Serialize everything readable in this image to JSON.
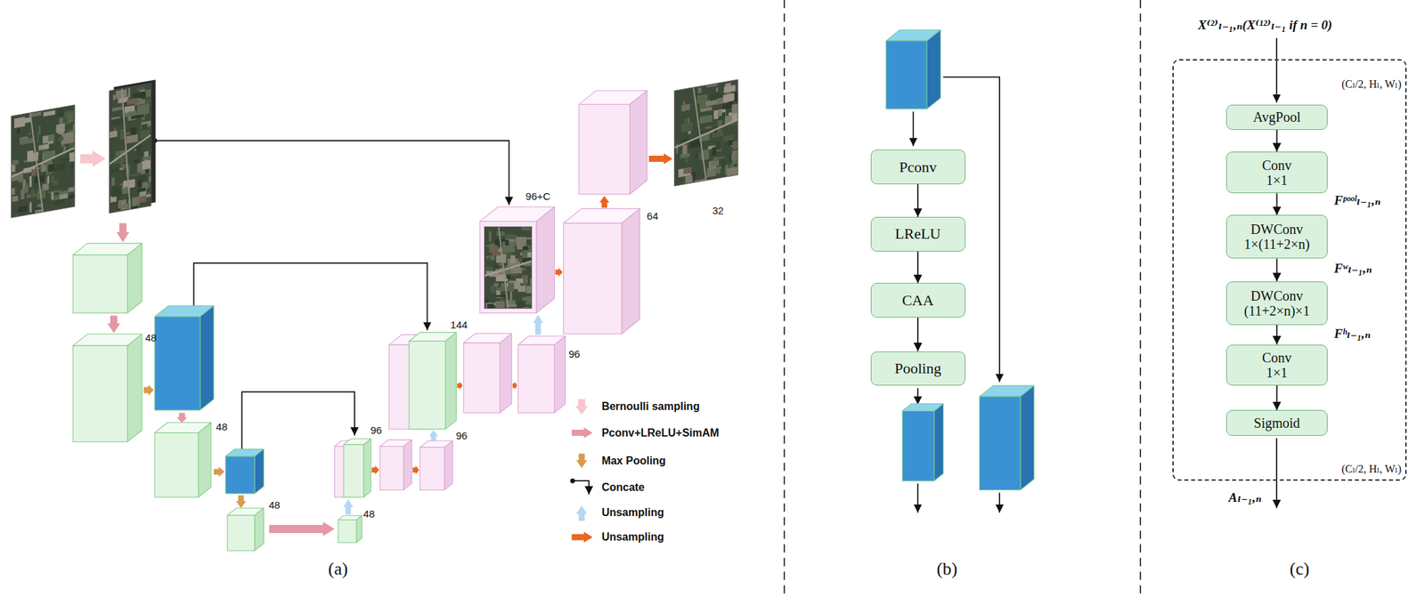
{
  "diagram": {
    "nodes": [
      {
        "text": [
          "Pconv"
        ]
      },
      {
        "text": [
          "LReLU"
        ]
      },
      {
        "text": [
          "CAA"
        ]
      },
      {
        "text": [
          "Pooling"
        ]
      },
      {
        "text": [
          "(Cₗ/2, Hₗ, Wₗ)",
          "(Cₗ/2, Hₗ, Wₗ)"
        ]
      },
      {
        "text": [
          "AvgPool"
        ],
        "in": 4
      },
      {
        "text": [
          "Conv 1×1"
        ],
        "in": 4
      },
      {
        "text": [
          "DWConv 1×(11+2×n)"
        ],
        "in": 4
      },
      {
        "text": [
          "DWConv (11+2×n)×1"
        ],
        "in": 4
      },
      {
        "text": [
          "Conv 1×1"
        ],
        "in": 4
      },
      {
        "text": [
          "Sigmoid"
        ],
        "in": 4
      }
    ],
    "edges": [
      {
        "from": 0,
        "to": 1,
        "arrow": "to"
      },
      {
        "from": 1,
        "to": 2,
        "arrow": "to"
      },
      {
        "from": 2,
        "to": 3,
        "arrow": "to"
      },
      {
        "from": 5,
        "to": 6,
        "arrow": "to"
      },
      {
        "from": 6,
        "to": 7,
        "arrow": "to"
      },
      {
        "from": 7,
        "to": 8,
        "arrow": "to"
      },
      {
        "from": 8,
        "to": 9,
        "arrow": "to"
      },
      {
        "from": 9,
        "to": 10,
        "arrow": "to"
      }
    ],
    "labels": [
      "48",
      "48",
      "48",
      "48",
      "96",
      "96",
      "144",
      "96",
      "96+C",
      "64",
      "32",
      "(a)",
      "(b)",
      "X⁽²⁾ₗ₋₁,ₙ(X⁽¹²⁾ₗ₋₁ if n = 0)",
      "Fᵖᵒᵒˡₗ₋₁,ₙ",
      "Fʷₗ₋₁,ₙ",
      "Fʰₗ₋₁,ₙ",
      "Aₗ₋₁,ₙ",
      "(c)"
    ],
    "legend": [
      {
        "text": "Bernoulli sampling"
      },
      {
        "text": "Pconv+LReLU+SimAM"
      },
      {
        "text": "Max Pooling"
      },
      {
        "text": "Concate"
      },
      {
        "text": "Unsampling"
      },
      {
        "text": "Unsampling"
      }
    ]
  }
}
